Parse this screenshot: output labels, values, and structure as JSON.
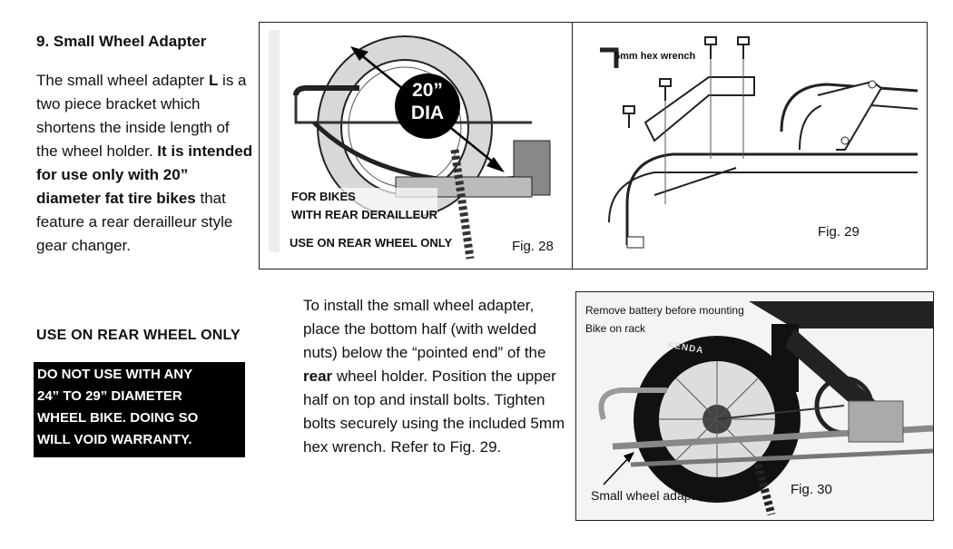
{
  "section": {
    "heading": "9. Small Wheel Adapter",
    "para": {
      "p1": "The small wheel adapter ",
      "p1_bold": "L",
      "p2": " is a two piece bracket which shortens the inside length of the wheel holder. ",
      "p2_bold": "It is intended for use only with 20” diameter fat tire bikes",
      "p3": " that feature a rear derailleur style gear changer."
    },
    "rear_only": "USE ON REAR WHEEL ONLY",
    "warning": {
      "line1": "DO NOT USE WITH ANY",
      "line2": "24” TO 29” DIAMETER",
      "line3": "WHEEL BIKE.  DOING SO",
      "line4": "WILL VOID WARRANTY."
    },
    "install": {
      "t1": "To install the small wheel adapter, place the bottom half (with welded nuts) below the “pointed end” of the ",
      "t1_bold": "rear",
      "t2": " wheel holder. Position the upper half on top and install bolts. Tighten bolts securely using the included 5mm hex wrench. Refer to Fig. 29."
    }
  },
  "fig28": {
    "badge_line1": "20”",
    "badge_line2": "DIA",
    "note_line1": "FOR BIKES",
    "note_line2": "WITH REAR DERAILLEUR",
    "note_line3": "USE ON REAR WHEEL ONLY",
    "label": "Fig. 28"
  },
  "fig29": {
    "wrench_label": "5mm hex wrench",
    "label": "Fig. 29"
  },
  "fig30": {
    "note_line1": "Remove battery before mounting",
    "note_line2": "Bike on rack",
    "tire_brand": "KENDA",
    "pointer_label": "Small wheel adapter",
    "label": "Fig. 30"
  }
}
